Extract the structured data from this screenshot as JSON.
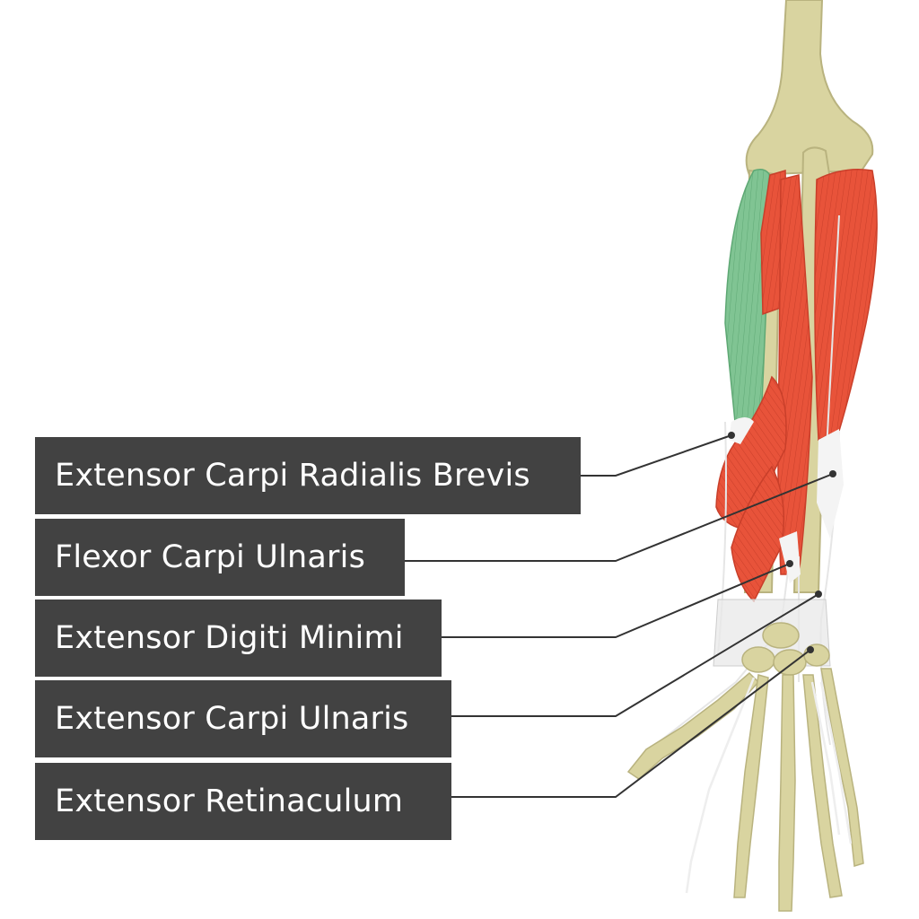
{
  "labels": [
    {
      "id": "ecrb",
      "text": "Extensor Carpi Radialis Brevis"
    },
    {
      "id": "fcu",
      "text": "Flexor Carpi Ulnaris"
    },
    {
      "id": "edm",
      "text": "Extensor Digiti Minimi"
    },
    {
      "id": "ecu",
      "text": "Extensor Carpi Ulnaris"
    },
    {
      "id": "er",
      "text": "Extensor Retinaculum"
    }
  ],
  "colors": {
    "label_background": "#424242",
    "label_text": "#ffffff",
    "bone": "#d9d4a0",
    "muscle": "#e8533a",
    "highlighted_muscle": "#7dc08e",
    "tendon": "#f2f2f2",
    "leader_line": "#333333"
  }
}
